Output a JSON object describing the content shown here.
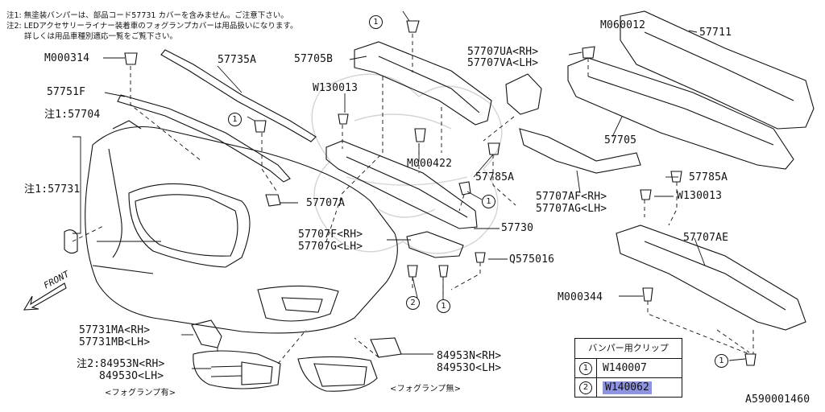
{
  "notes": {
    "note1": "注1: 無塗装バンパーは、部品コード57731 カバーを含みません。ご注意下さい。",
    "note2": "注2: LEDアクセサリーライナー装着車のフォグランプカバーは用品扱いになります。",
    "note2b": "詳しくは用品車種別適応一覧をご覧下さい。"
  },
  "labels": {
    "m000314": "M000314",
    "p57735a": "57735A",
    "p57705b": "57705B",
    "p57707ua": "57707UA<RH>",
    "p57707va": "57707VA<LH>",
    "m060012": "M060012",
    "p57711": "57711",
    "p57751f": "57751F",
    "w130013a": "W130013",
    "p57704": "注1:57704",
    "p57705": "57705",
    "m000422": "M000422",
    "p57785a1": "57785A",
    "p57785a2": "57785A",
    "p57731": "注1:57731",
    "p57707af": "57707AF<RH>",
    "p57707ag": "57707AG<LH>",
    "w130013b": "W130013",
    "p57707a": "57707A",
    "p57730": "57730",
    "p57707f": "57707F<RH>",
    "p57707g": "57707G<LH>",
    "q575016": "Q575016",
    "p57707ae": "57707AE",
    "m000344": "M000344",
    "front": "FRONT",
    "p57731ma": "57731MA<RH>",
    "p57731mb": "57731MB<LH>",
    "p84953n_a": "注2:84953N<RH>",
    "p84953o_a": "84953O<LH>",
    "fog_with": "<フォグランプ有>",
    "p84953n_b": "84953N<RH>",
    "p84953o_b": "84953O<LH>",
    "fog_without": "<フォグランプ無>",
    "figure_code": "A590001460"
  },
  "circles": {
    "one": "1",
    "two": "2"
  },
  "legend": {
    "title": "バンパー用クリップ",
    "rows": [
      {
        "num": "1",
        "code": "W140007",
        "highlight": false
      },
      {
        "num": "2",
        "code": "W140062",
        "highlight": true
      }
    ],
    "highlight_color": "#8f94e0"
  }
}
